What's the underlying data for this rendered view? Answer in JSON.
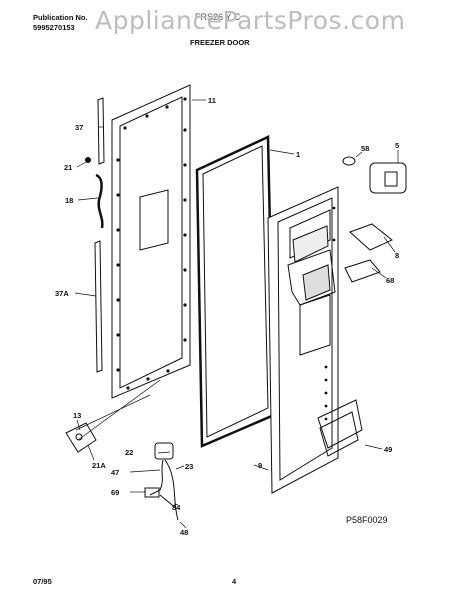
{
  "header": {
    "publication_label": "Publication No.",
    "publication_number": "5995270153",
    "model": "FRS26 Y C",
    "watermark": "AppliancePartsPros.com",
    "section_title": "FREEZER DOOR"
  },
  "footer": {
    "date": "07/95",
    "page": "4",
    "figure_code": "P58F0029"
  },
  "callouts": [
    "11",
    "37",
    "21",
    "18",
    "37A",
    "1",
    "58",
    "5",
    "8",
    "68",
    "13",
    "21A",
    "22",
    "47",
    "69",
    "23",
    "84",
    "9",
    "48",
    "49"
  ]
}
